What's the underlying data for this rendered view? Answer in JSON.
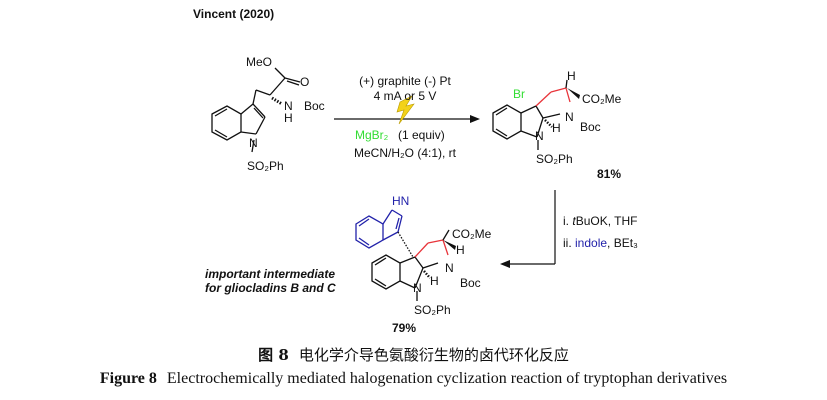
{
  "header": {
    "author_year": "Vincent (2020)"
  },
  "reactant": {
    "ester": "MeO",
    "nh": "N",
    "h": "H",
    "boc": "Boc",
    "indole_n": "N",
    "so2ph": "SO₂Ph"
  },
  "step1": {
    "electrodes": "(+) graphite (-) Pt",
    "current": "4 mA or 5 V",
    "mediator": "MgBr₂",
    "mediator_equiv": "(1 equiv)",
    "solvent": "MeCN/H₂O (4:1), rt"
  },
  "product1": {
    "br": "Br",
    "h_top": "H",
    "co2me": "CO₂Me",
    "n": "N",
    "boc": "Boc",
    "h": "H",
    "n_indoline": "N",
    "so2ph": "SO₂Ph",
    "yield": "81%"
  },
  "step2": {
    "line1_prefix": "i. ",
    "line1_italic": "t",
    "line1_rest": "BuOK, THF",
    "line2_prefix": "ii. ",
    "line2_colored": "indole",
    "line2_rest": ", BEt₃"
  },
  "product2": {
    "hn": "HN",
    "co2me": "CO₂Me",
    "h_top": "H",
    "n": "N",
    "boc": "Boc",
    "h": "H",
    "n_indoline": "N",
    "so2ph": "SO₂Ph",
    "yield": "79%",
    "note_line1": "important intermediate",
    "note_line2": "for gliocladins B and C"
  },
  "caption": {
    "cn_label": "图 8",
    "cn_text": "电化学介导色氨酸衍生物的卤代环化反应",
    "en_label": "Figure 8",
    "en_text": "Electrochemically mediated halogenation cyclization reaction of tryptophan derivatives"
  },
  "colors": {
    "bromine_green": "#33dd33",
    "bond_red": "#e8343a",
    "indole_blue": "#2222aa",
    "bolt_yellow": "#f3d21a"
  }
}
